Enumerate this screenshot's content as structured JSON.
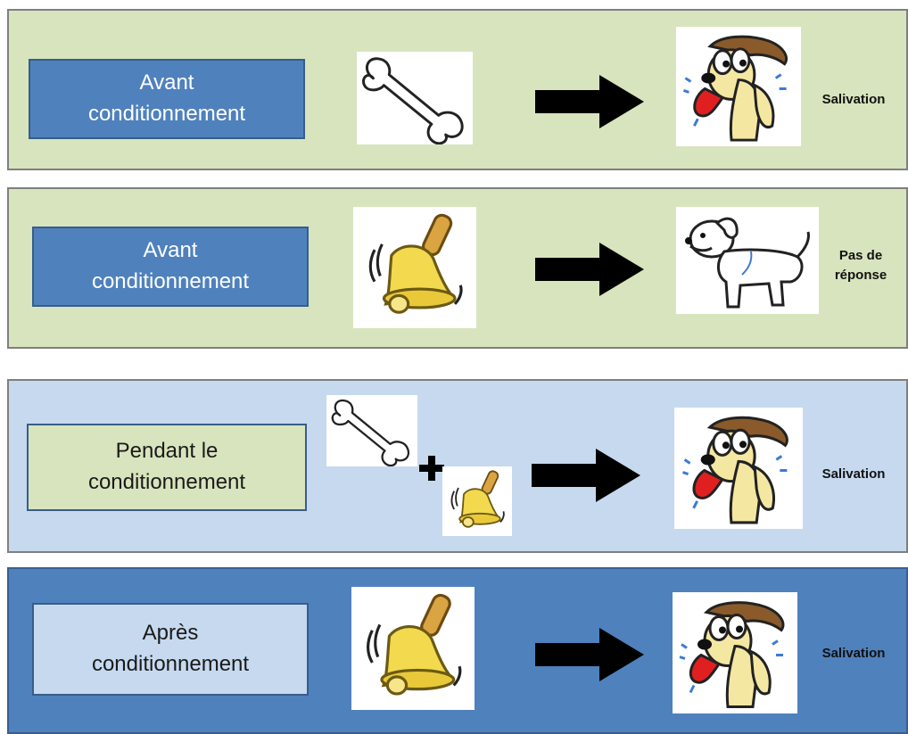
{
  "rows": [
    {
      "label": "Avant\nconditionnement",
      "stimulus": "bone-icon",
      "response_image": "salivating-dog-icon",
      "response": "Salivation"
    },
    {
      "label": "Avant\nconditionnement",
      "stimulus": "bell-icon",
      "response_image": "neutral-dog-icon",
      "response": "Pas de\nréponse"
    },
    {
      "label": "Pendant le\nconditionnement",
      "stimulus": "bone-plus-bell",
      "response_image": "salivating-dog-icon",
      "response": "Salivation"
    },
    {
      "label": "Après\nconditionnement",
      "stimulus": "bell-icon",
      "response_image": "salivating-dog-icon",
      "response": "Salivation"
    }
  ],
  "colors": {
    "panel_green": "#d8e4bd",
    "panel_light_blue": "#c6d9ef",
    "panel_blue": "#4f81bd",
    "arrow": "#000000"
  }
}
